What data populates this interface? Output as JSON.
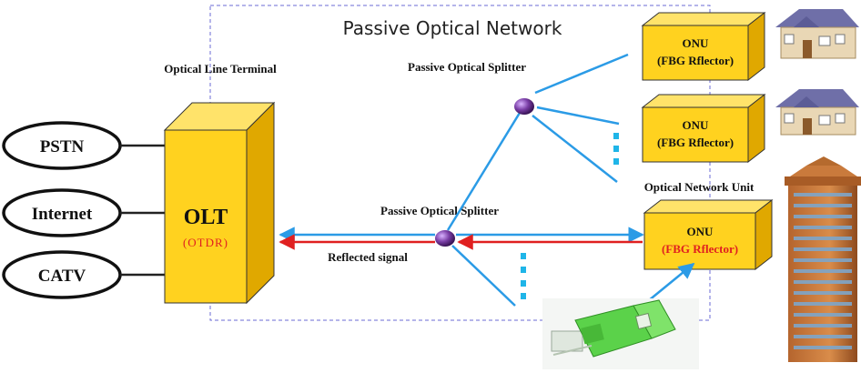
{
  "title": "Passive Optical Network",
  "olt": {
    "section_label": "Optical Line Terminal",
    "name": "OLT",
    "sub": "(OTDR)"
  },
  "sources": [
    "PSTN",
    "Internet",
    "CATV"
  ],
  "splitters": {
    "top_label": "Passive Optical Splitter",
    "main_label": "Passive Optical Splitter"
  },
  "reflected_label": "Reflected signal",
  "onu_section_label": "Optical Network Unit",
  "onus": [
    {
      "name": "ONU",
      "sub": "(FBG Rflector)"
    },
    {
      "name": "ONU",
      "sub": "(FBG Rflector)"
    },
    {
      "name": "ONU",
      "sub": "(FBG Rflector)"
    }
  ],
  "colors": {
    "box_front": "#FFD21F",
    "box_side": "#E0A800",
    "box_top": "#FFE36A",
    "fiber": "#2B9BE6",
    "reflected": "#E02020",
    "highlight_text": "#E02020"
  }
}
